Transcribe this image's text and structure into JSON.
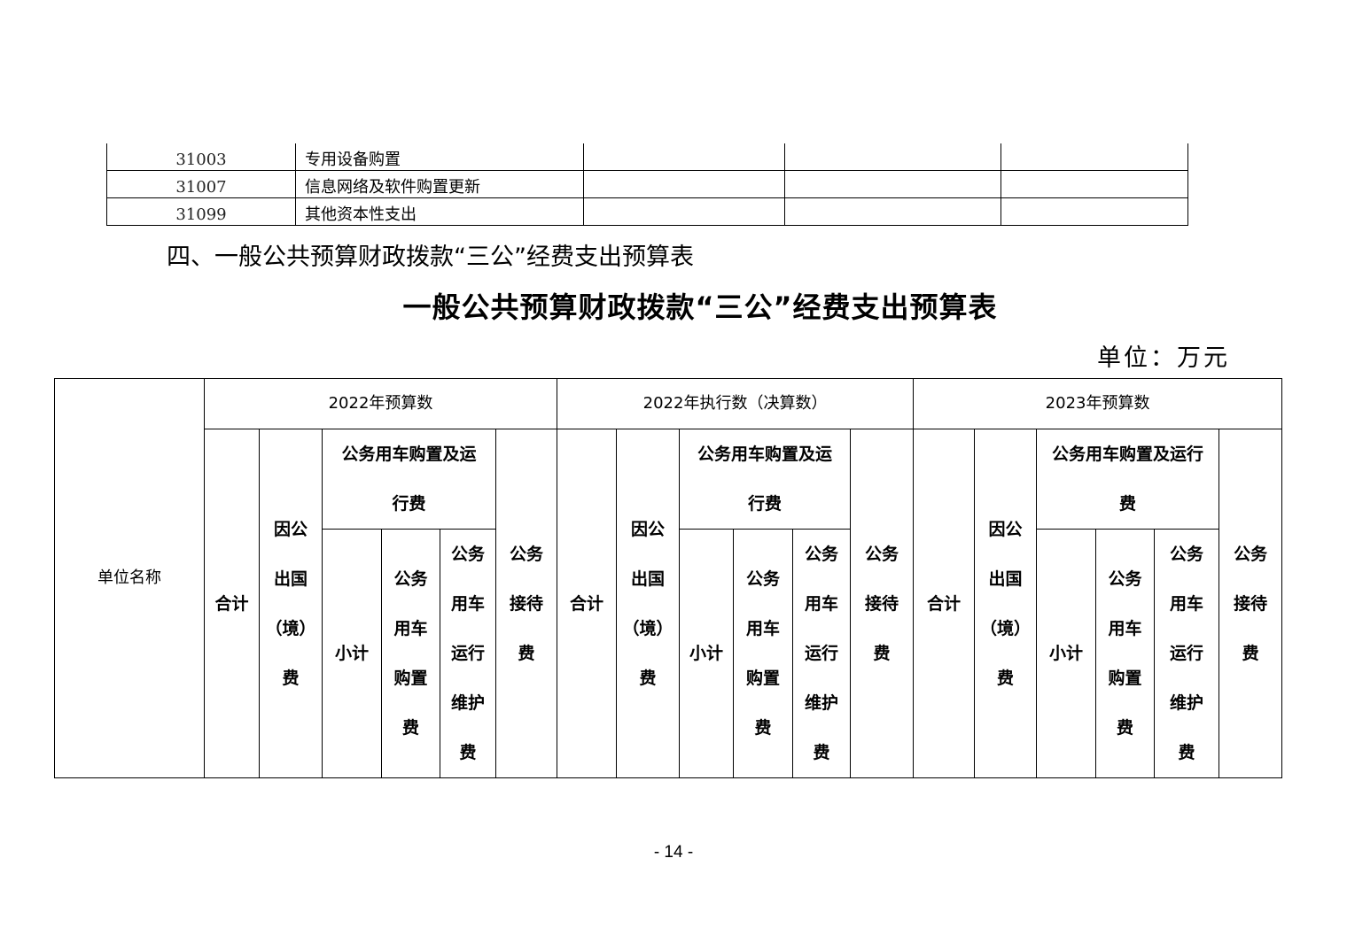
{
  "prev_table": {
    "rows": [
      {
        "code": "31003",
        "name": "专用设备购置"
      },
      {
        "code": "31007",
        "name": "信息网络及软件购置更新"
      },
      {
        "code": "31099",
        "name": "其他资本性支出"
      }
    ]
  },
  "section_heading": "四、一般公共预算财政拨款“三公”经费支出预算表",
  "table_title": "一般公共预算财政拨款“三公”经费支出预算表",
  "unit": "单位：万元",
  "table": {
    "unit_name": "单位名称",
    "groups": [
      {
        "title": "2022年预算数",
        "total": "合计",
        "abroad": "因公\n出国\n（境）\n费",
        "car": "公务用车购置及运\n行费",
        "subtotal": "小计",
        "purchase": "公务\n用车\n购置\n费",
        "maintain": "公务\n用车\n运行\n维护\n费",
        "reception": "公务\n接待\n费"
      },
      {
        "title": "2022年执行数（决算数）",
        "total": "合计",
        "abroad": "因公\n出国\n（境）\n费",
        "car": "公务用车购置及运\n行费",
        "subtotal": "小计",
        "purchase": "公务\n用车\n购置\n费",
        "maintain": "公务\n用车\n运行\n维护\n费",
        "reception": "公务\n接待\n费"
      },
      {
        "title": "2023年预算数",
        "total": "合计",
        "abroad": "因公\n出国\n（境）\n费",
        "car": "公务用车购置及运行\n费",
        "subtotal": "小计",
        "purchase": "公务\n用车\n购置\n费",
        "maintain": "公务\n用车\n运行\n维护\n费",
        "reception": "公务\n接待\n费"
      }
    ]
  },
  "page_number": "- 14 -"
}
